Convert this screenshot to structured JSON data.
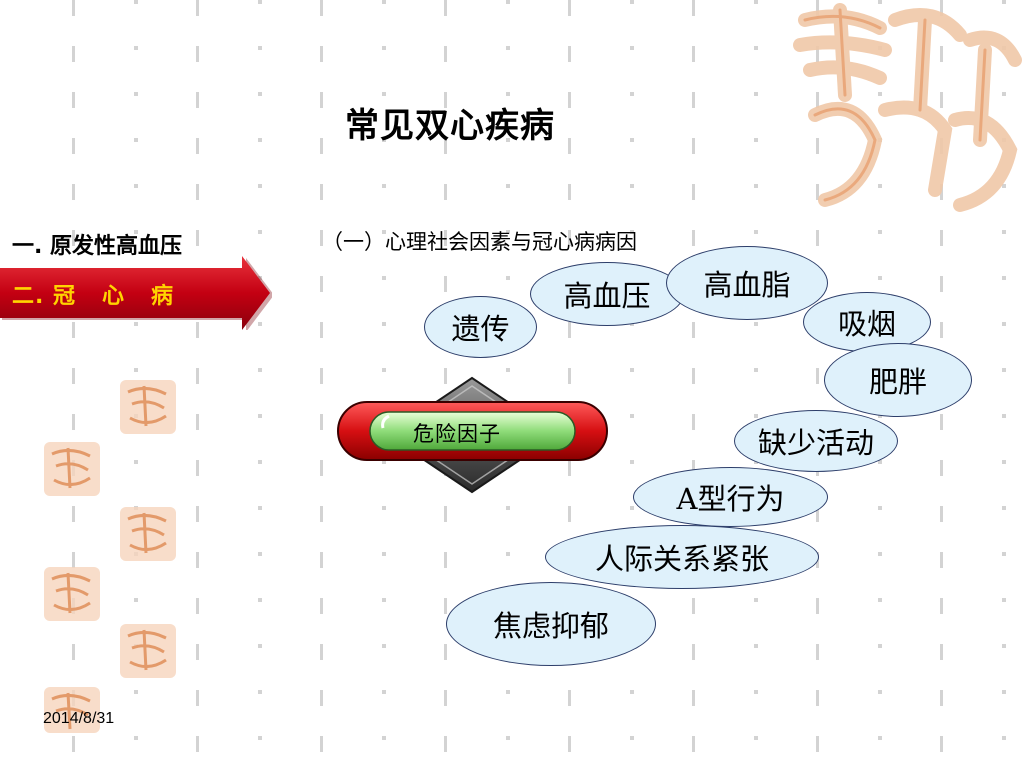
{
  "title": "常见双心疾病",
  "nav": {
    "item1": "一. 原发性高血压",
    "item2_active": "二. 冠   心   病"
  },
  "subtitle": "（一）心理社会因素与冠心病病因",
  "center": {
    "risk_label": "危险因子"
  },
  "factors": [
    "遗传",
    "高血压",
    "高血脂",
    "吸烟",
    "肥胖",
    "缺少活动",
    "A型行为",
    "人际关系紧张",
    "焦虑抑郁"
  ],
  "footer": {
    "date": "2014/8/31"
  },
  "colors": {
    "nav_active_red": "#c40012",
    "nav_active_text": "#ffd400",
    "bubble_fill": "#dff1fb",
    "bubble_border": "#2d3e6a",
    "badge_green": "#7fd36a",
    "decor_orange": "#e8a070"
  }
}
